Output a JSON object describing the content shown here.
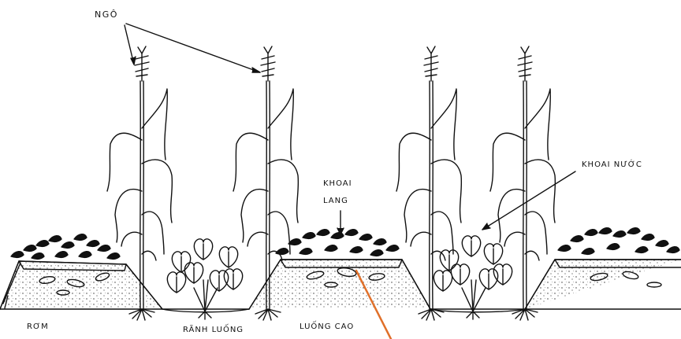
{
  "labels": {
    "ngo": "NGÔ",
    "khoai_nuoc": "KHOAI NƯỚC",
    "khoai_lang_1": "KHOAI",
    "khoai_lang_2": "LANG",
    "rom": "RƠM",
    "ranh_luong": "RÃNH LUỐNG",
    "luong_cao": "LUỐNG CAO"
  },
  "colors": {
    "ink": "#111111",
    "pointer": "#e0702a"
  }
}
